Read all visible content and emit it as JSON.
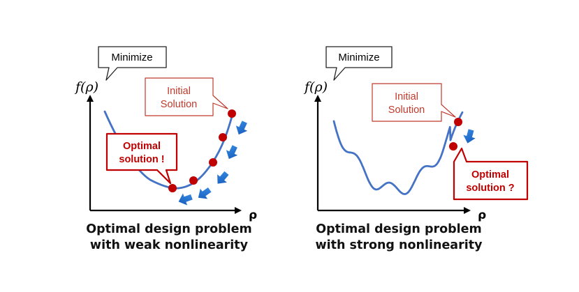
{
  "colors": {
    "curve": "#4472C4",
    "point": "#C00000",
    "arrow": "#1F6FD0",
    "axis": "#000000",
    "callout_red_border": "#C00000",
    "callout_red_text": "#C00000",
    "initial_text": "#C0392B"
  },
  "left_panel": {
    "minimize_label": "Minimize",
    "y_axis_label": "f(ρ)",
    "x_axis_label": "ρ",
    "initial_solution_lines": [
      "Initial",
      "Solution"
    ],
    "optimal_lines": [
      "Optimal",
      "solution !"
    ],
    "caption_lines": [
      "Optimal design problem",
      "with weak nonlinearity"
    ],
    "marked_points": 5,
    "arrow_icons": [
      "down-arrow-icon",
      "down-arrow-icon",
      "down-arrow-icon",
      "down-arrow-icon",
      "left-arrow-icon"
    ]
  },
  "right_panel": {
    "minimize_label": "Minimize",
    "y_axis_label": "f(ρ)",
    "x_axis_label": "ρ",
    "initial_solution_lines": [
      "Initial",
      "Solution"
    ],
    "optimal_lines": [
      "Optimal",
      "solution ?"
    ],
    "caption_lines": [
      "Optimal design problem",
      "with strong nonlinearity"
    ],
    "marked_points": 2,
    "arrow_icons": [
      "down-arrow-icon"
    ]
  }
}
